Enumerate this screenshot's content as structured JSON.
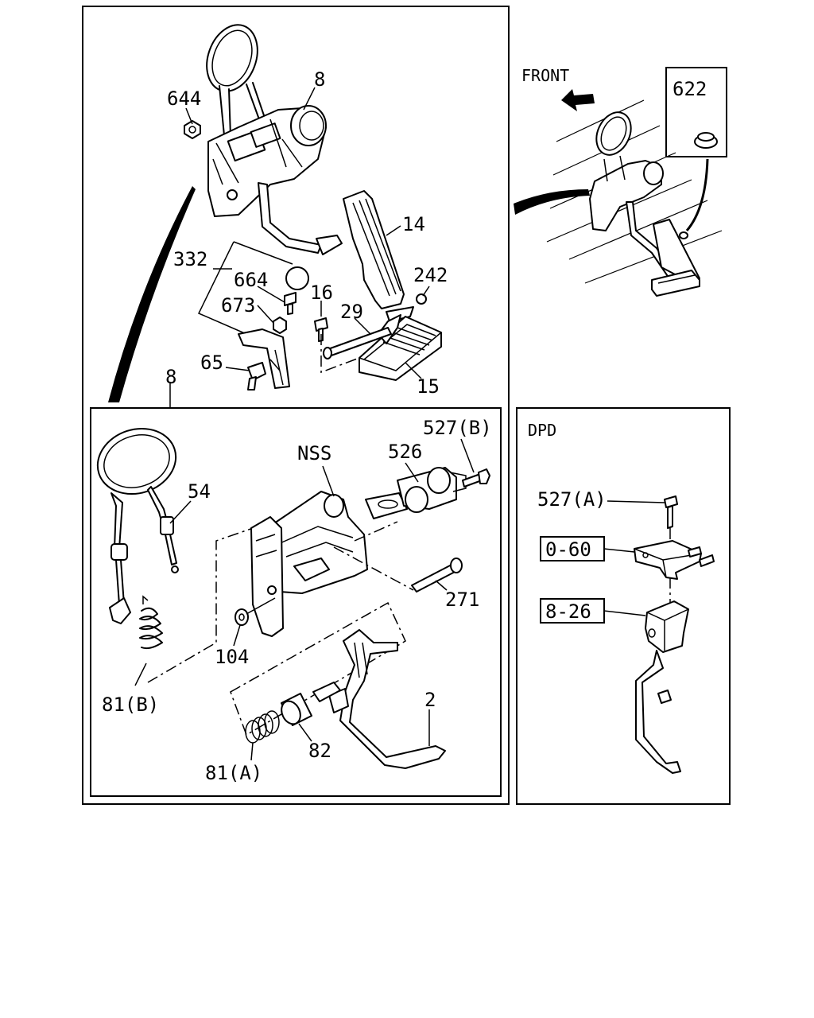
{
  "labels": {
    "p8_top": "8",
    "p644": "644",
    "p14": "14",
    "p332": "332",
    "p664": "664",
    "p673": "673",
    "p16": "16",
    "p242": "242",
    "p29": "29",
    "p65": "65",
    "p15": "15",
    "p8_mid": "8",
    "p527b": "527(B)",
    "pNSS": "NSS",
    "p526": "526",
    "p54": "54",
    "p271": "271",
    "p104": "104",
    "p81b": "81(B)",
    "p2": "2",
    "p82": "82",
    "p81a": "81(A)",
    "front": "FRONT",
    "p622": "622",
    "dpd": "DPD",
    "p527a": "527(A)",
    "p0_60": "0-60",
    "p8_26": "8-26"
  }
}
